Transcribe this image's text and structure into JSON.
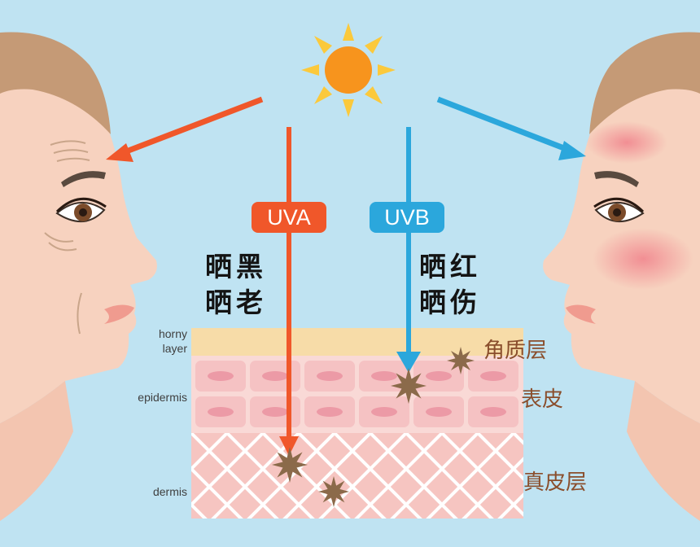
{
  "uv": {
    "uva_label": "UVA",
    "uvb_label": "UVB",
    "uva_effects": [
      "晒黑",
      "晒老"
    ],
    "uvb_effects": [
      "晒红",
      "晒伤"
    ]
  },
  "layers_en": {
    "horny_line1": "horny",
    "horny_line2": "layer",
    "epidermis": "epidermis",
    "dermis": "dermis"
  },
  "layers_cn": {
    "horny": "角质层",
    "epidermis": "表皮",
    "dermis": "真皮层"
  },
  "colors": {
    "background": "#bfe3f2",
    "uva": "#f0572a",
    "uvb": "#2ba7dc",
    "sun": "#f7941d",
    "sun_rays": "#fbc93c",
    "horny": "#f7dca8",
    "epidermis": "#f9d9d6",
    "dermis": "#f6c5c1",
    "skin": "#f7d2bf",
    "hair": "#c59a76",
    "damage_star": "#8b6a4a"
  }
}
